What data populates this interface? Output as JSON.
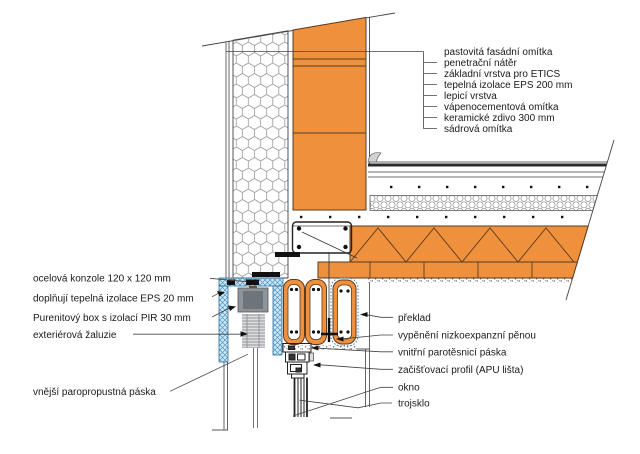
{
  "drawing_type": "construction detail section – window head / floor junction",
  "labels": {
    "top_right": [
      "pastovitá fasádní omítka",
      "penetrační nátěr",
      "základní vrstva pro ETICS",
      "tepelná izolace EPS 200 mm",
      "lepicí vrstva",
      "vápenocementová omítka",
      "keramické zdivo 300 mm",
      "sádrová omítka"
    ],
    "left": [
      "ocelová konzole 120 x 120 mm",
      "doplňují tepelná izolace EPS 20 mm",
      "Purenitový box s izolací PIR 30 mm",
      "exteriérová žaluzie",
      "vnější paropropustná páska"
    ],
    "bottom_right": [
      "překlad",
      "vypěnění nizkoexpanzní pěnou",
      "vnitřní parotěsnicí páska",
      "začišťovací profil (APU lišta)",
      "okno",
      "trojsklo"
    ]
  },
  "colors": {
    "masonry_fill": "#EF913C",
    "masonry_line": "#5A3A20",
    "insulation_box_fill": "#CFE8F4",
    "insulation_box_line": "#4E94C4",
    "line": "#1A1A1A",
    "blind_gray": "#8D949A"
  }
}
